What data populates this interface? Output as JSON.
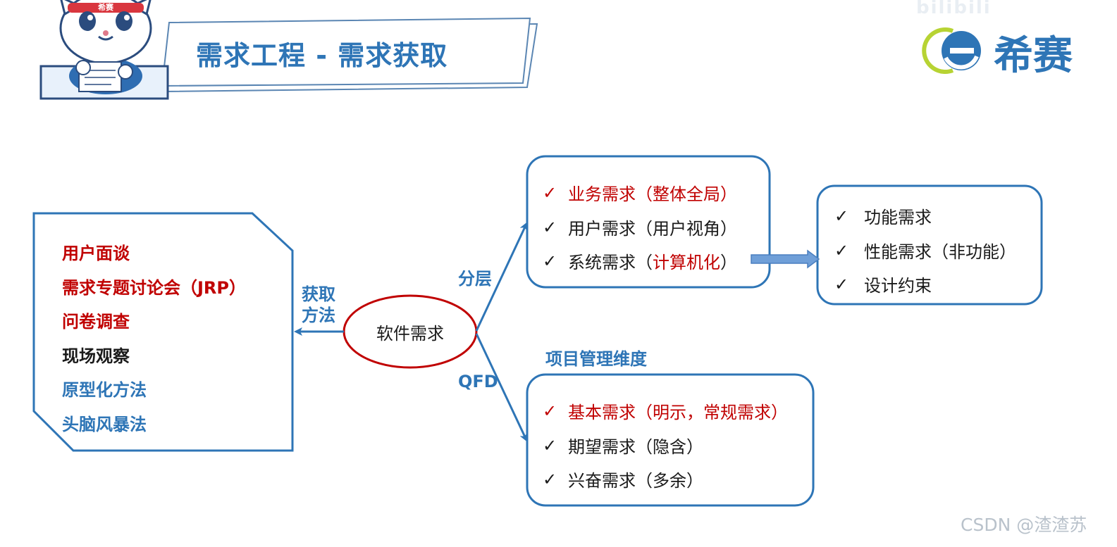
{
  "header": {
    "title": "需求工程 - 需求获取",
    "mascot_badge": "希赛",
    "brand_name": "希赛",
    "top_watermark": "bilibili"
  },
  "center_node": {
    "label": "软件需求"
  },
  "acquisition": {
    "label_line1": "获取",
    "label_line2": "方法",
    "methods": [
      {
        "text": "用户面谈",
        "tone": "red"
      },
      {
        "text": "需求专题讨论会（JRP）",
        "tone": "red"
      },
      {
        "text": "问卷调查",
        "tone": "red"
      },
      {
        "text": "现场观察",
        "tone": "black"
      },
      {
        "text": "原型化方法",
        "tone": "blue"
      },
      {
        "text": "头脑风暴法",
        "tone": "blue"
      }
    ]
  },
  "layering": {
    "label": "分层",
    "items": [
      {
        "check": "✓",
        "text": "业务需求（整体全局）"
      },
      {
        "check": "✓",
        "text": "用户需求（用户视角）"
      },
      {
        "check": "✓",
        "text_prefix": "系统需求（",
        "text_highlight": "计算机化",
        "text_suffix": "）"
      }
    ]
  },
  "system_detail": {
    "items": [
      {
        "check": "✓",
        "text": "功能需求"
      },
      {
        "check": "✓",
        "text": "性能需求（非功能）"
      },
      {
        "check": "✓",
        "text": "设计约束"
      }
    ]
  },
  "qfd": {
    "label": "QFD",
    "heading": "项目管理维度",
    "items": [
      {
        "check": "✓",
        "text": "基本需求（明示，常规需求）"
      },
      {
        "check": "✓",
        "text": "期望需求（隐含）"
      },
      {
        "check": "✓",
        "text": "兴奋需求（多余）"
      }
    ]
  },
  "footer": {
    "watermark": "CSDN @渣渣苏"
  },
  "colors": {
    "blue": "#2e75b6",
    "red": "#c00000",
    "black": "#1a1a1a",
    "ellipse_stroke": "#c00000",
    "arrow_fill": "#6f9fd8",
    "logo_green": "#b7d333"
  },
  "icons": {
    "check": "checkmark-icon",
    "mascot": "cat-mascot-icon",
    "logo": "e-logo-icon"
  }
}
